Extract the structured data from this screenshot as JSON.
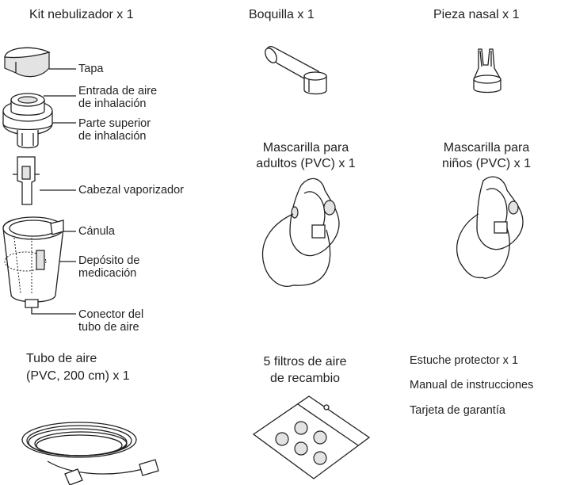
{
  "items": {
    "kit": "Kit nebulizador x 1",
    "mouthpiece": "Boquilla x 1",
    "nasal": "Pieza nasal x 1",
    "adult_mask": [
      "Mascarilla para",
      "adultos (PVC) x 1"
    ],
    "child_mask": [
      "Mascarilla para",
      "niños (PVC) x 1"
    ],
    "air_tube": [
      "Tubo de aire",
      "(PVC, 200 cm) x 1"
    ],
    "filters": [
      "5 filtros de aire",
      "de recambio"
    ]
  },
  "kit_parts": {
    "cap": "Tapa",
    "air_inlet": [
      "Entrada de aire",
      "de inhalación"
    ],
    "upper_part": [
      "Parte superior",
      "de inhalación"
    ],
    "vaporizer_head": "Cabezal vaporizador",
    "cannula": "Cánula",
    "reservoir": [
      "Depósito de",
      "medicación"
    ],
    "connector": [
      "Conector del",
      "tubo de aire"
    ]
  },
  "accessories": [
    "Estuche protector x 1",
    "Manual de instrucciones",
    "Tarjeta de garantía"
  ]
}
